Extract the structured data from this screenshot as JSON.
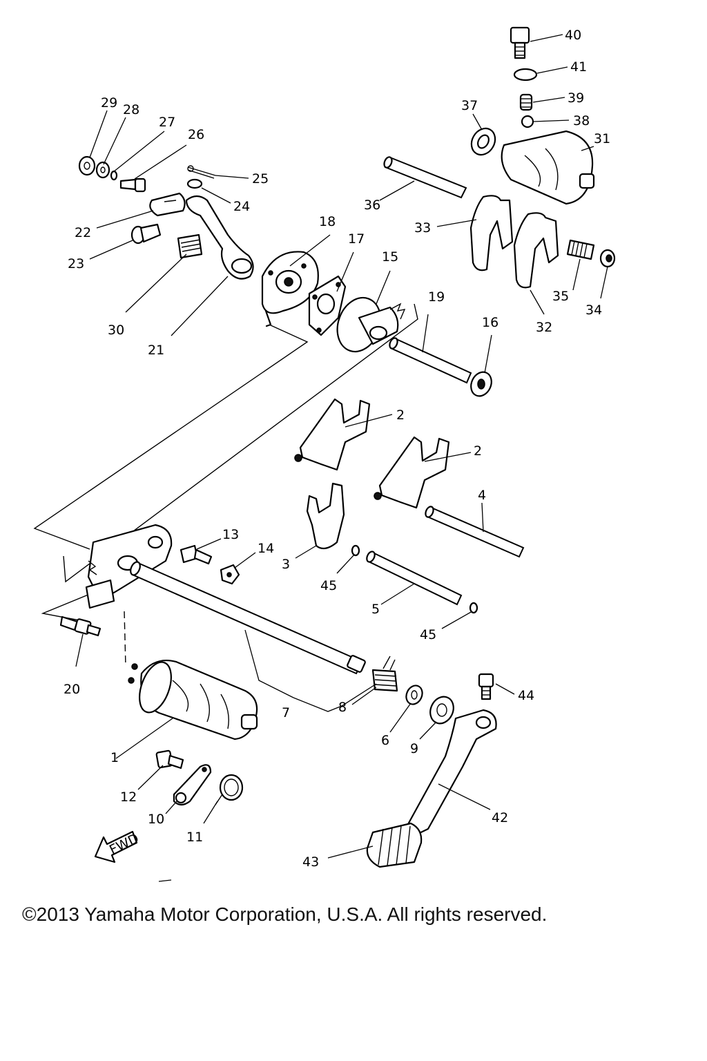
{
  "labels": {
    "p1": "1",
    "p2a": "2",
    "p2b": "2",
    "p3": "3",
    "p4": "4",
    "p5": "5",
    "p6": "6",
    "p7": "7",
    "p8": "8",
    "p9": "9",
    "p10": "10",
    "p11": "11",
    "p12": "12",
    "p13": "13",
    "p14": "14",
    "p15": "15",
    "p16": "16",
    "p17": "17",
    "p18": "18",
    "p19": "19",
    "p20": "20",
    "p21": "21",
    "p22": "22",
    "p23": "23",
    "p24": "24",
    "p25": "25",
    "p26": "26",
    "p27": "27",
    "p28": "28",
    "p29": "29",
    "p30": "30",
    "p31": "31",
    "p32": "32",
    "p33": "33",
    "p34": "34",
    "p35": "35",
    "p36": "36",
    "p37": "37",
    "p38": "38",
    "p39": "39",
    "p40": "40",
    "p41": "41",
    "p42": "42",
    "p43": "43",
    "p44": "44",
    "p45a": "45",
    "p45b": "45"
  },
  "fwd_label": "FWD",
  "copyright": "©2013 Yamaha Motor Corporation, U.S.A. All rights reserved."
}
